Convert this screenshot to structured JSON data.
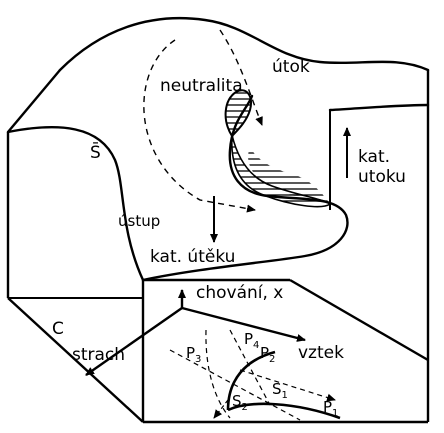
{
  "labels": {
    "neutralita": "neutralita",
    "utok": "útok",
    "s_bar": "S̄",
    "kat_utoku_1": "kat.",
    "kat_utoku_2": "utoku",
    "ustup": "ústup",
    "kat_uteku": "kat. útěku",
    "chovani": "chování, x",
    "c": "C",
    "strach": "strach",
    "vztek": "vztek",
    "p1": "P",
    "p1_sub": "1",
    "p2": "P",
    "p2_sub": "2",
    "p3": "P",
    "p3_sub": "3",
    "p4": "P",
    "p4_sub": "4",
    "s1": "S",
    "s1_sub": "1",
    "s2": "S",
    "s2_sub": "2"
  }
}
